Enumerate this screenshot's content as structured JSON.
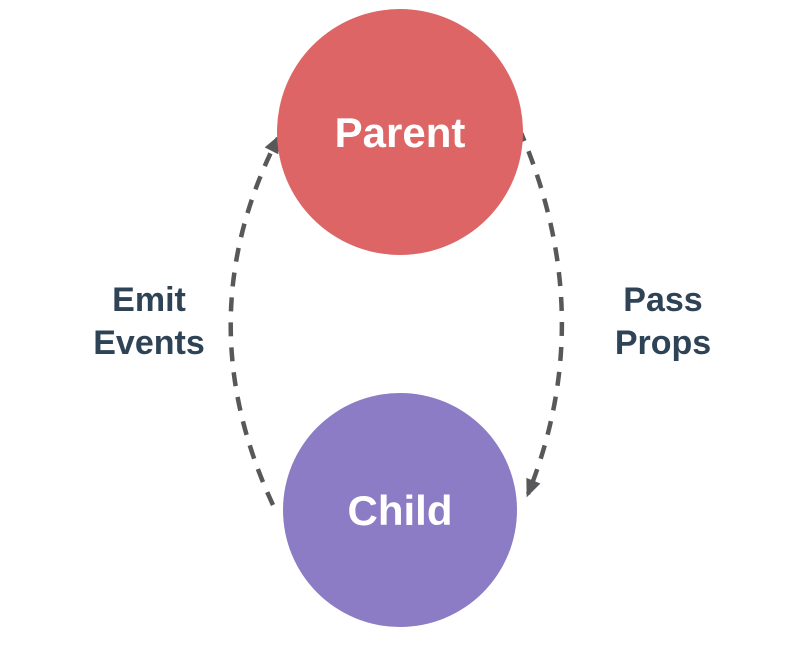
{
  "diagram": {
    "type": "component-communication",
    "background": "#FFFFFF",
    "nodes": [
      {
        "id": "parent",
        "label": "Parent",
        "shape": "circle",
        "fill": "#DD6565",
        "label_color": "#FFFFFF"
      },
      {
        "id": "child",
        "label": "Child",
        "shape": "circle",
        "fill": "#8C7CC5",
        "label_color": "#FFFFFF"
      }
    ],
    "edges": [
      {
        "id": "emit-events",
        "from": "child",
        "to": "parent",
        "side": "left",
        "direction": "up",
        "style": "dashed",
        "color": "#58585A",
        "label": "Emit Events",
        "label_lines": [
          "Emit",
          "Events"
        ]
      },
      {
        "id": "pass-props",
        "from": "parent",
        "to": "child",
        "side": "right",
        "direction": "down",
        "style": "dashed",
        "color": "#58585A",
        "label": "Pass Props",
        "label_lines": [
          "Pass",
          "Props"
        ]
      }
    ],
    "edge_label_color": "#2E4356"
  }
}
